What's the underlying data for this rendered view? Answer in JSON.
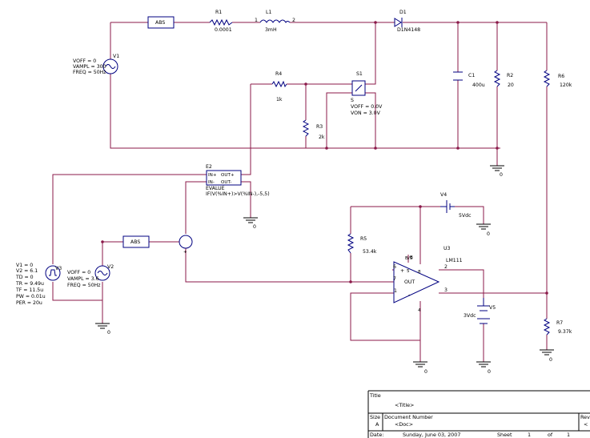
{
  "components": {
    "abs1": {
      "label": "ABS"
    },
    "abs2": {
      "label": "ABS"
    },
    "r1": {
      "ref": "R1",
      "value": "0.0001"
    },
    "l1": {
      "ref": "L1",
      "value": "3mH",
      "pin1": "1",
      "pin2": "2"
    },
    "d1": {
      "ref": "D1",
      "value": "D1N4148"
    },
    "v1": {
      "ref": "V1",
      "params": [
        "VOFF = 0",
        "VAMPL = 300",
        "FREQ = 50Hz"
      ]
    },
    "r4": {
      "ref": "R4",
      "value": "1k"
    },
    "s1": {
      "ref": "S1",
      "sub": "S",
      "params": [
        "VOFF = 0.0V",
        "VON = 3.0V"
      ]
    },
    "r3": {
      "ref": "R3",
      "value": "2k"
    },
    "c1": {
      "ref": "C1",
      "value": "400u"
    },
    "r2": {
      "ref": "R2",
      "value": "20"
    },
    "r6": {
      "ref": "R6",
      "value": "120k"
    },
    "e2": {
      "ref": "E2",
      "in_plus": "IN+",
      "out_plus": "OUT+",
      "in_minus": "IN-",
      "out_minus": "OUT-",
      "type": "EVALUE",
      "expr": "IF(V(%IN+)>V(%IN-),-5,5)"
    },
    "v4": {
      "ref": "V4",
      "value": "5Vdc"
    },
    "r5": {
      "ref": "R5",
      "value": "53.4k"
    },
    "u3": {
      "ref": "U3",
      "model": "LM111",
      "pin_labels": [
        "B/S",
        "B"
      ],
      "pin_numbers": [
        "6",
        "5",
        "2",
        "7",
        "8",
        "3",
        "1",
        "4"
      ],
      "plus": "+",
      "minus": "-",
      "out": "OUT"
    },
    "v3": {
      "ref": "V3",
      "params": [
        "V1 = 0",
        "V2 = 6.1",
        "TD = 0",
        "TR = 9.49u",
        "TF = 11.5u",
        "PW = 0.01u",
        "PER = 20u"
      ]
    },
    "v2": {
      "ref": "V2",
      "params": [
        "VOFF = 0",
        "VAMPL = 3.6",
        "FREQ = 50Hz"
      ]
    },
    "v5": {
      "ref": "V5",
      "value": "3Vdc"
    },
    "r7": {
      "ref": "R7",
      "value": "9.37k"
    }
  },
  "grounds": [
    "0",
    "0",
    "0",
    "0",
    "0",
    "0",
    "0"
  ],
  "title_block": {
    "title_label": "Title",
    "title_value": "<Title>",
    "size_label": "Size",
    "size_value": "A",
    "docnum_label": "Document Number",
    "docnum_value": "<Doc>",
    "rev_label": "Rev",
    "rev_value": "<",
    "date_label": "Date:",
    "date_value": "Sunday, June 03, 2007",
    "sheet_label": "Sheet",
    "sheet_value": "1",
    "of_label": "of",
    "of_value": "1"
  }
}
